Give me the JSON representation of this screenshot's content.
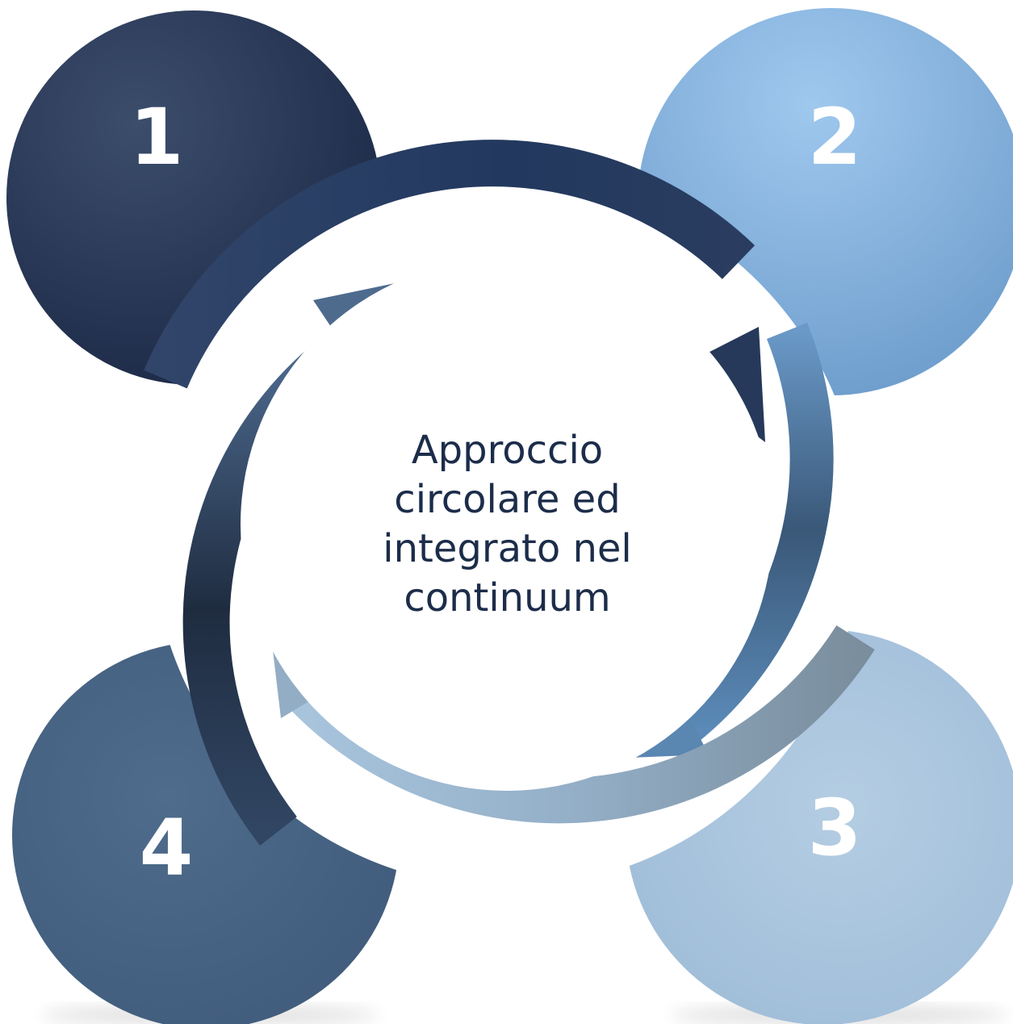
{
  "diagram": {
    "steps": [
      {
        "number": "1",
        "color": "#2b3d5e"
      },
      {
        "number": "2",
        "color": "#8ab7e0"
      },
      {
        "number": "3",
        "color": "#a9c4dc"
      },
      {
        "number": "4",
        "color": "#4a6584"
      }
    ],
    "center_lines": [
      "Approccio",
      "circolare ed",
      "integrato nel",
      "continuum"
    ],
    "colors": {
      "center_text": "#1c2d4a",
      "arrow_top": "#26395a",
      "arrow_right": "#5d89b3",
      "arrow_bottom": "#8eacc4",
      "arrow_left": "#3a5273"
    }
  }
}
